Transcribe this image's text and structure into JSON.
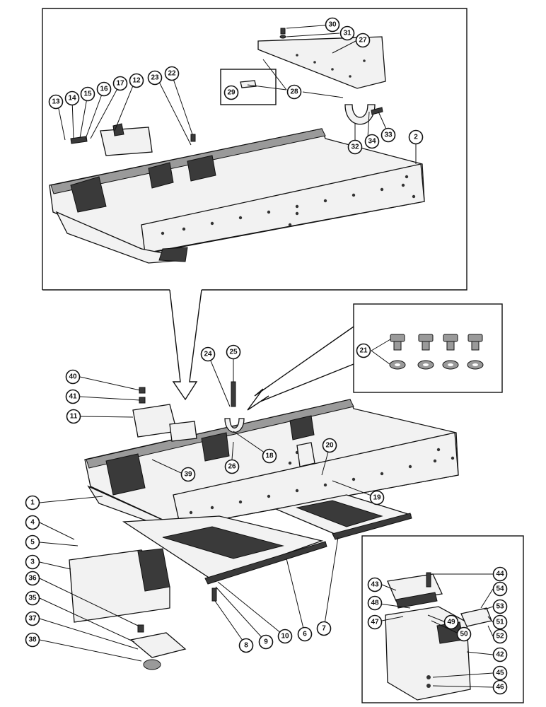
{
  "callouts": {
    "c1": "1",
    "c2": "2",
    "c3": "3",
    "c4": "4",
    "c5": "5",
    "c6": "6",
    "c7": "7",
    "c8": "8",
    "c9": "9",
    "c10": "10",
    "c11": "11",
    "c12": "12",
    "c13": "13",
    "c14": "14",
    "c15": "15",
    "c16": "16",
    "c17": "17",
    "c18": "18",
    "c19": "19",
    "c20": "20",
    "c21": "21",
    "c22": "22",
    "c23": "23",
    "c24": "24",
    "c25": "25",
    "c26": "26",
    "c27": "27",
    "c28": "28",
    "c29": "29",
    "c30": "30",
    "c31": "31",
    "c32": "32",
    "c33": "33",
    "c34": "34",
    "c35": "35",
    "c36": "36",
    "c37": "37",
    "c38": "38",
    "c39": "39",
    "c40": "40",
    "c41": "41",
    "c42": "42",
    "c43": "43",
    "c44": "44",
    "c45": "45",
    "c46": "46",
    "c47": "47",
    "c48": "48",
    "c49": "49",
    "c50": "50",
    "c51": "51",
    "c52": "52",
    "c53": "53",
    "c54": "54"
  }
}
